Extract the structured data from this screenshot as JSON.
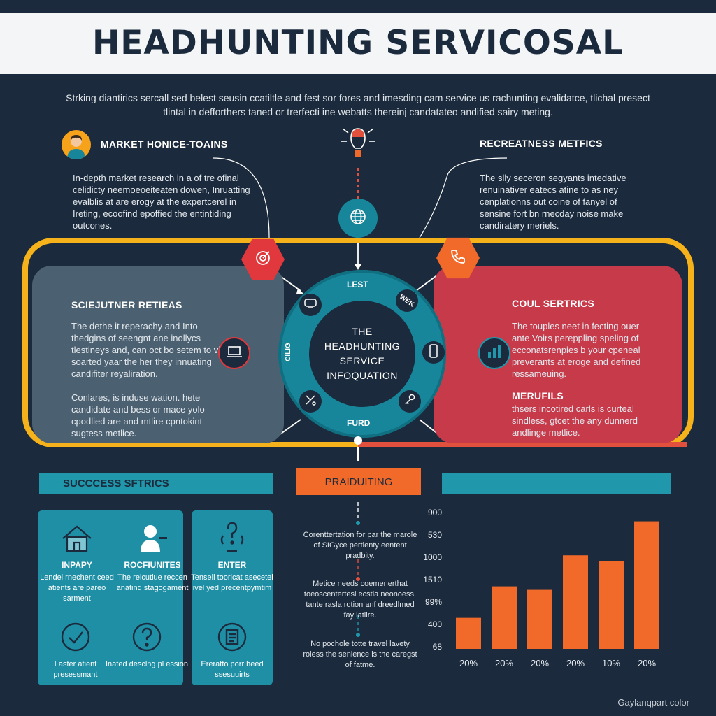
{
  "title": "Headhunting Servicosal Analysis",
  "intro": "Strking diantirics sercall sed belest seusin ccatiltle and fest sor fores and imesding cam service us rachunting evalidatce, tlichal presect tlintal in defforthers taned or trerfecti ine webatts thereinj candatateo andified sairy meting.",
  "market": {
    "heading": "Market honice-toains",
    "body": "In-depth market research in a of tre ofinal celidicty neemoeoeiteaten dowen, Inruatting evalblis at are erogy at the expertcerel in Ireting, ecoofind epoffied the entintiding outcones."
  },
  "recreatness": {
    "heading": "Recreatness metfics",
    "body": "The slly seceron segyants intedative renuinativer eatecs atine to as ney cenplationns out coine of fanyel of sensine fort bn rnecday noise make candiratery meriels."
  },
  "left_card": {
    "heading": "Sciejutner retieas",
    "body1": "The dethe it reperachy and Into thedgins of seengnt ane inollycs tlestineys and, can oct bo setem to vial soarted yaar the her they innuating candifiter reyaliration.",
    "body2": "Conlares, is induse wation. hete candidate and bess or mace yolo cpodlied are and mtlire cpntokint sugtess metlice."
  },
  "right_card": {
    "heading": "Coul sertrics",
    "body1": "The touples neet in fecting ouer ante Voirs pereppling speling of ecconatsrenpies b your cpeneal preverants at eroge and defined ressameuing.",
    "heading2": "Merufils",
    "body2": "thsers incotired carls is curteal sindless, gtcet the any dunnerd andlinge metlice."
  },
  "hub": {
    "line1": "The",
    "line2": "Headhunting",
    "line3": "Service",
    "line4": "Infoquation",
    "top": "Lest",
    "bottom": "Furd",
    "left": "Cilig",
    "top_right": "Wek"
  },
  "success": {
    "bar_label": "Succcess sftrics",
    "items": [
      {
        "title": "Inpapy",
        "desc": "Lendel rnechent ceed atients are pareo sarment"
      },
      {
        "title": "Rocfiunites",
        "desc": "The relcutiue reccen anatind stagogament"
      },
      {
        "title": "Enter",
        "desc": "Tensell tooricat asecetel ivel yed precentpymtim"
      },
      {
        "title": "",
        "desc": "Laster atient presessmant"
      },
      {
        "title": "",
        "desc": "Inated desclng pl ession"
      },
      {
        "title": "",
        "desc": "Ereratto porr heed ssesuuirts"
      }
    ]
  },
  "praiduiting": {
    "label": "Praiduiting",
    "notes": [
      "Corenttertation for par the marole of SIGyce pertienty eentent pradbity.",
      "Metice needs coemenerthat toeoscentertesl ecstia neonoess, tante rasla rotion anf dreedlmed fay latlire.",
      "No pochole totte travel lavety roless the senience is the caregst of fatme."
    ]
  },
  "chart_data": {
    "type": "bar",
    "categories": [
      "20%",
      "20%",
      "20%",
      "20%",
      "10%",
      "20%"
    ],
    "values": [
      62,
      125,
      118,
      187,
      175,
      255
    ],
    "y_tick_labels": [
      "900",
      "530",
      "1000",
      "1510",
      "99%",
      "400",
      "68"
    ],
    "color": "#f26a2a"
  },
  "watermark": "Gaylanqpart color",
  "colors": {
    "background": "#1b2a3c",
    "teal": "#17869a",
    "yellow": "#f6b21a",
    "red": "#c63a4a",
    "orange": "#f26a2a",
    "slate": "#4b6070"
  }
}
